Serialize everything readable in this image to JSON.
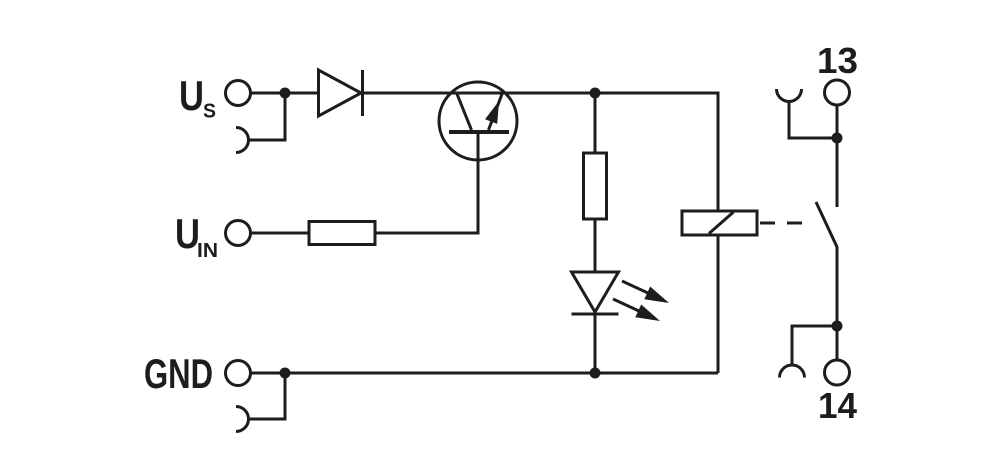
{
  "diagram": {
    "background_color": "#ffffff",
    "line_color": "#1d1d1b",
    "terminals": {
      "us": {
        "main": "U",
        "sub": "S"
      },
      "uin": {
        "main": "U",
        "sub": "IN"
      },
      "gnd": {
        "label": "GND"
      },
      "contact_top": {
        "label": "13"
      },
      "contact_bottom": {
        "label": "14"
      }
    },
    "icons": [
      "terminal-circle-icon",
      "bridge-contact-arc-icon",
      "diode-icon",
      "transistor-icon",
      "resistor-icon",
      "led-icon",
      "relay-coil-icon",
      "normally-open-contact-icon"
    ]
  }
}
